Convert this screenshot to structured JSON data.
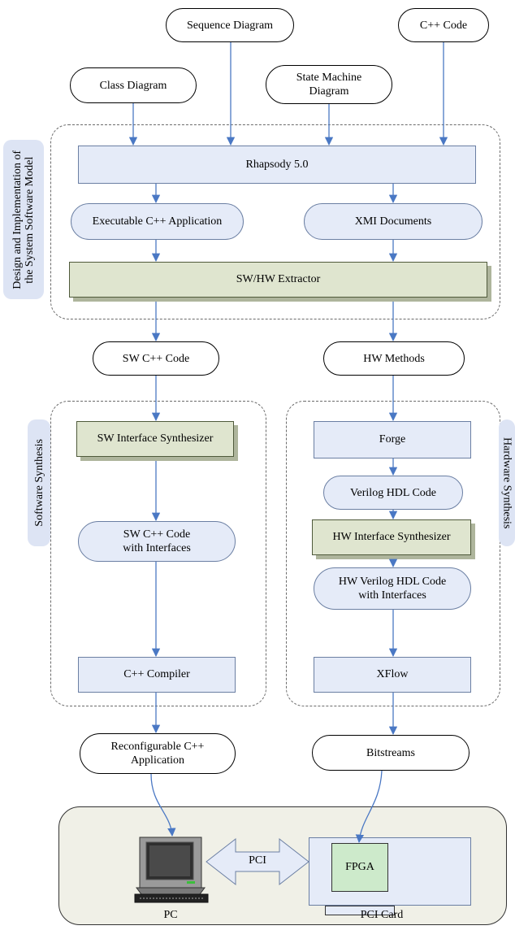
{
  "inputs": {
    "sequence_diagram": "Sequence Diagram",
    "cpp_code": "C++ Code",
    "class_diagram": "Class Diagram",
    "state_machine_line1": "State Machine",
    "state_machine_line2": "Diagram"
  },
  "design_group": {
    "side_label_line1": "Design and Implementation of",
    "side_label_line2": "the System Software Model",
    "rhapsody": "Rhapsody 5.0",
    "executable_app": "Executable C++ Application",
    "xmi_documents": "XMI Documents",
    "extractor": "SW/HW Extractor"
  },
  "outputs_mid": {
    "sw_cpp_code": "SW C++ Code",
    "hw_methods": "HW Methods"
  },
  "software_group": {
    "side_label": "Software Synthesis",
    "interface_synth": "SW Interface Synthesizer",
    "sw_code_line1": "SW C++ Code",
    "sw_code_line2": "with Interfaces",
    "compiler": "C++ Compiler"
  },
  "hardware_group": {
    "side_label": "Hardware Synthesis",
    "forge": "Forge",
    "verilog": "Verilog HDL Code",
    "interface_synth": "HW Interface Synthesizer",
    "hw_verilog_line1": "HW Verilog HDL Code",
    "hw_verilog_line2": "with Interfaces",
    "xflow": "XFlow"
  },
  "final_outputs": {
    "reconfig_line1": "Reconfigurable C++",
    "reconfig_line2": "Application",
    "bitstreams": "Bitstreams"
  },
  "platform": {
    "pci": "PCI",
    "fpga": "FPGA",
    "pc": "PC",
    "pci_card": "PCI Card"
  },
  "colors": {
    "arrow": "#4a78c4",
    "light_blue_fill": "#e5ebf8",
    "olive_fill": "#dfe5cf",
    "fpga_fill": "#cdeacb",
    "platform_fill": "#f0f0e7"
  }
}
